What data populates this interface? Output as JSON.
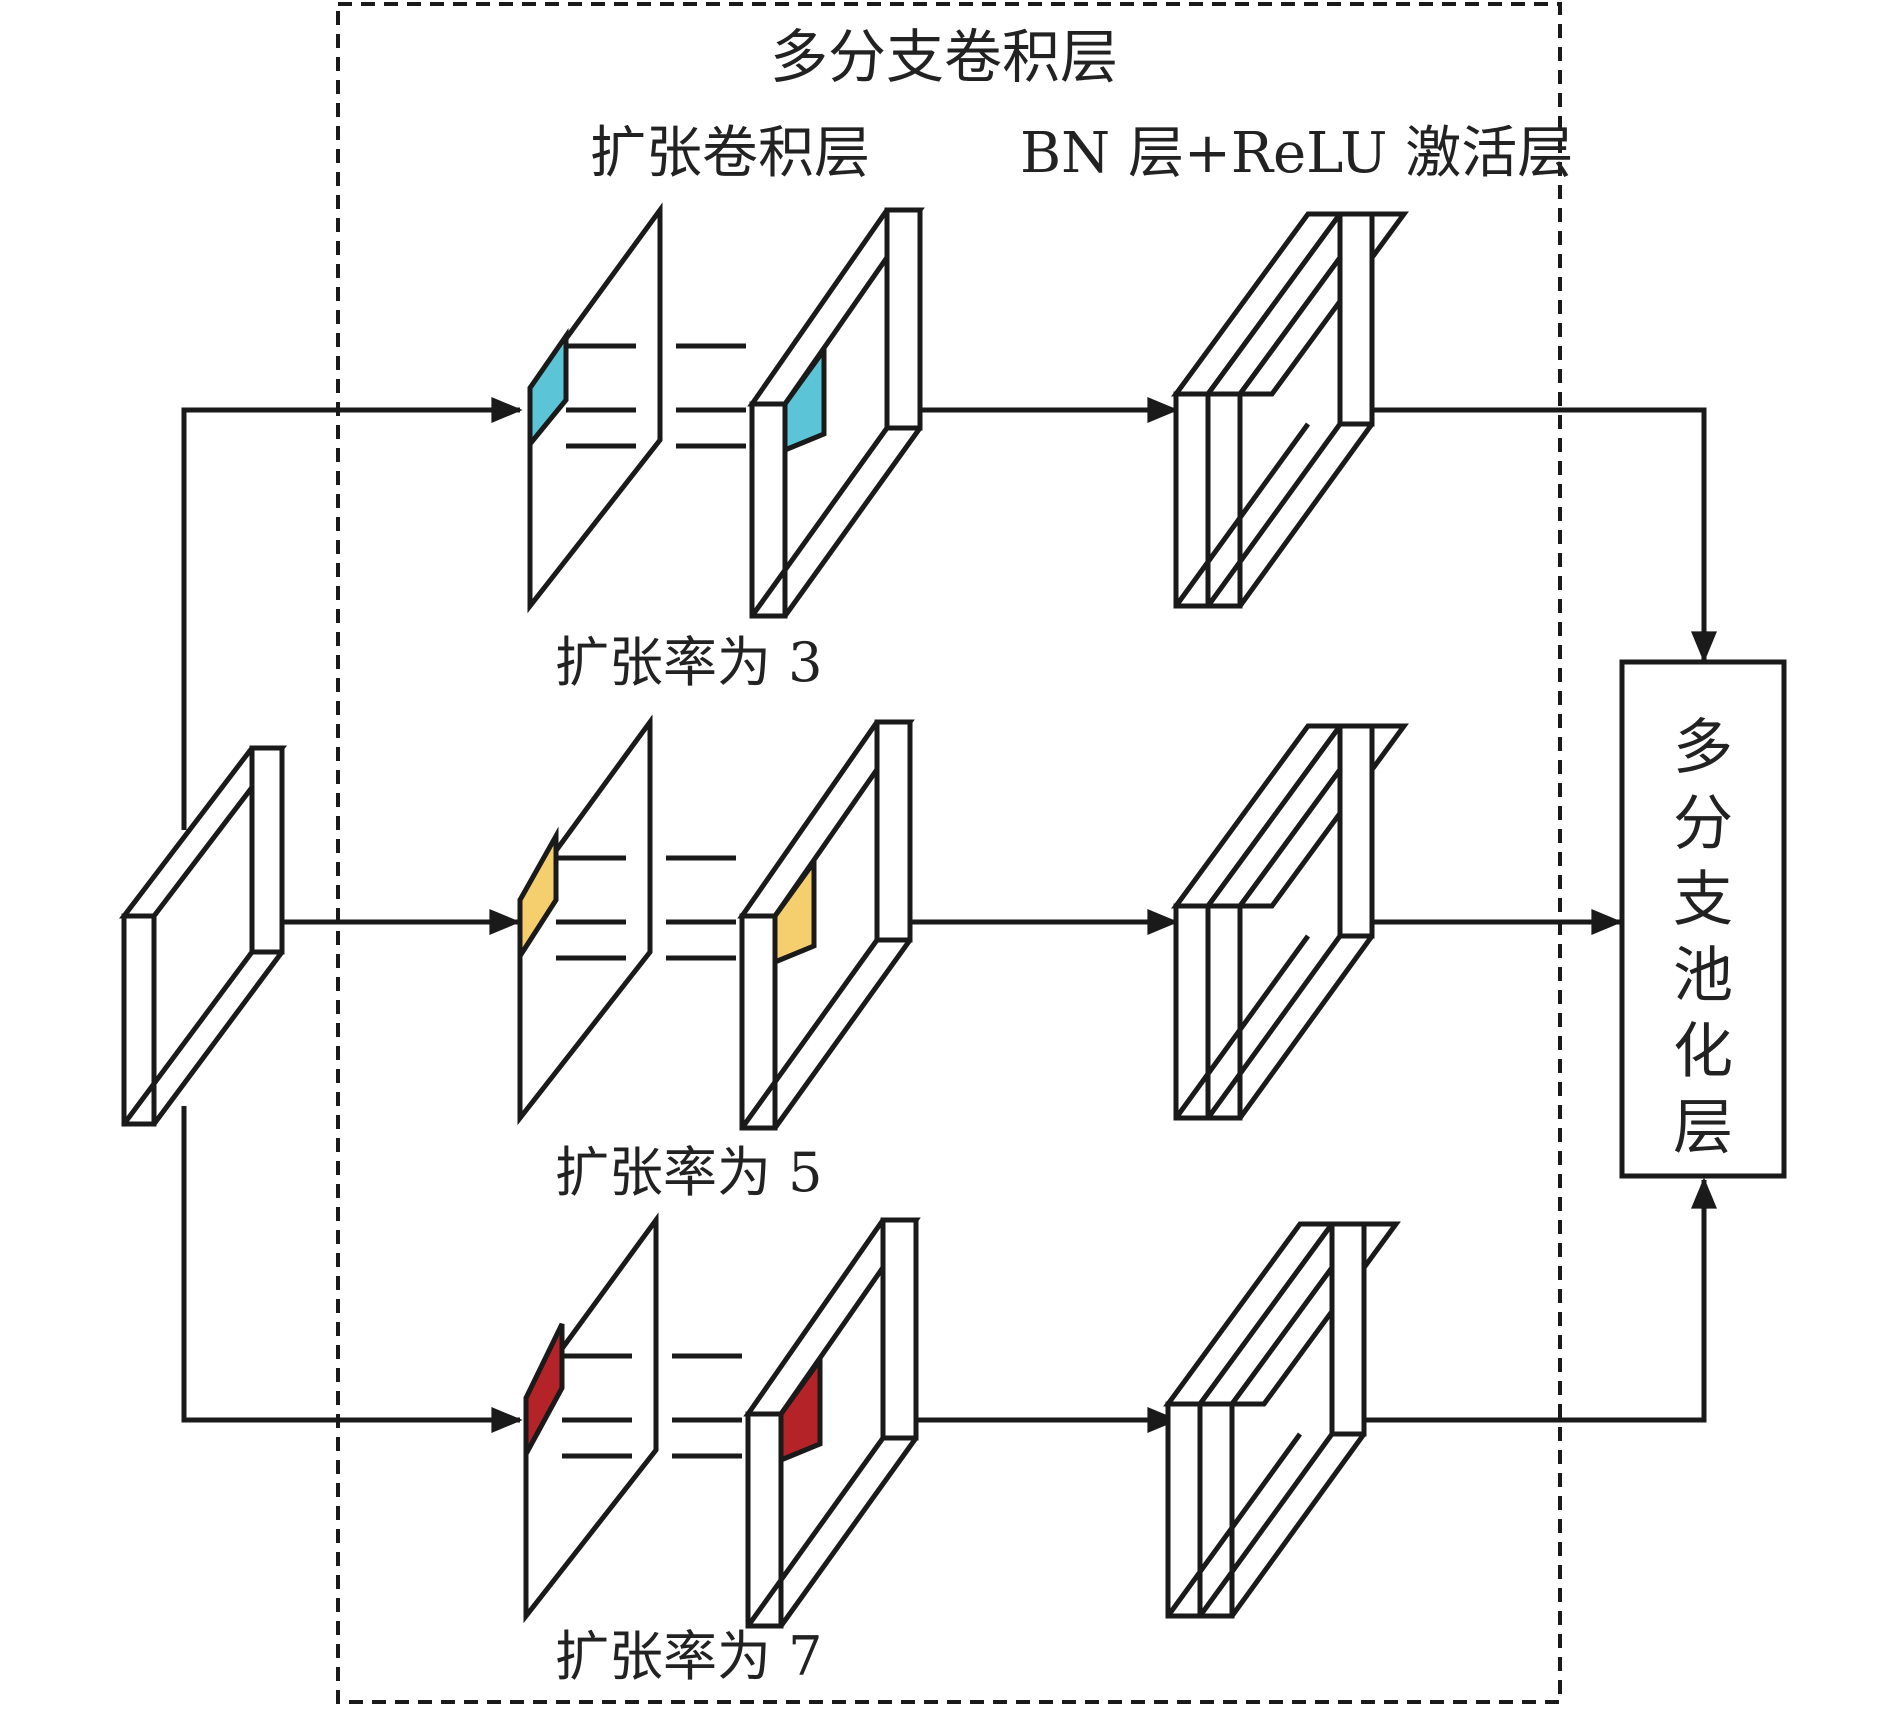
{
  "diagram": {
    "title": "多分支卷积层",
    "dilated_conv_label": "扩张卷积层",
    "bn_relu_label": "BN 层+ReLU 激活层",
    "branches": [
      {
        "rate_label": "扩张率为 3",
        "kernel_color": "#5bc4d6"
      },
      {
        "rate_label": "扩张率为 5",
        "kernel_color": "#f5cf6e"
      },
      {
        "rate_label": "扩张率为 7",
        "kernel_color": "#b42327"
      }
    ],
    "pooling_label": "多分支池化层",
    "colors": {
      "stroke": "#1a1a1a",
      "dashed_border": "#1a1a1a"
    }
  }
}
